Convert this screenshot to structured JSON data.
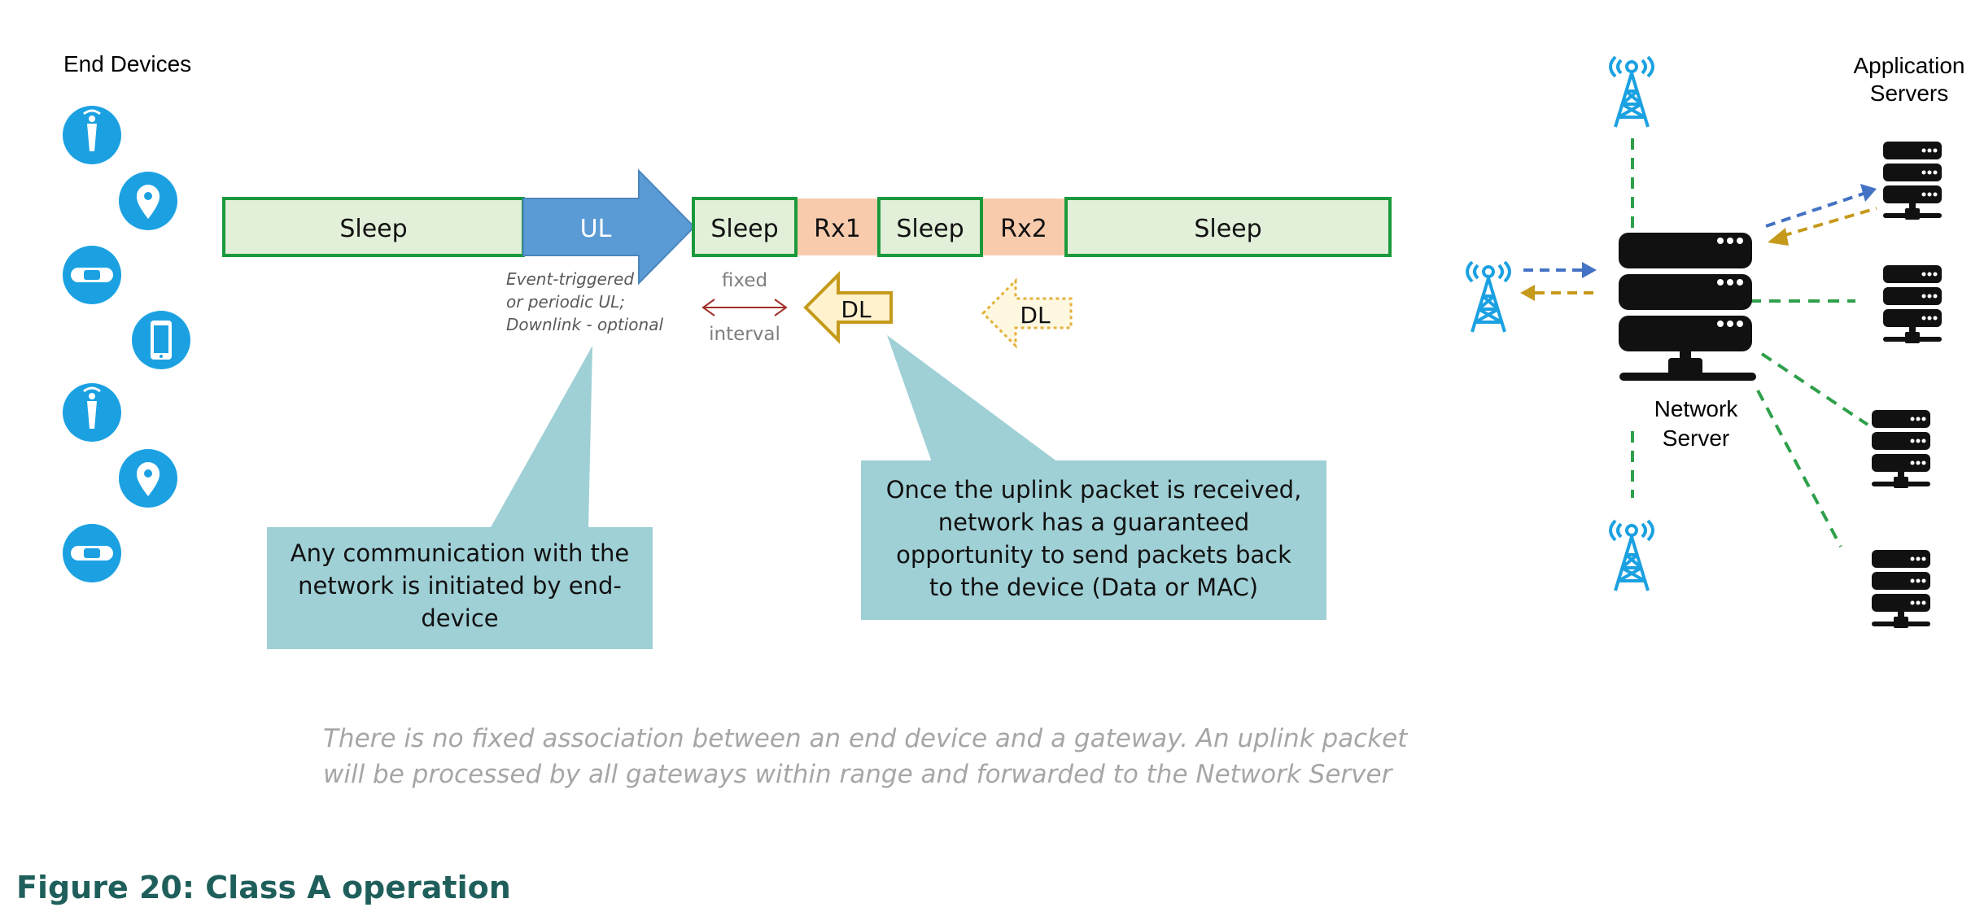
{
  "end_devices": {
    "title": "End Devices",
    "icons": [
      "antenna-tag-icon",
      "location-pin-icon",
      "wristband-icon",
      "smartphone-icon",
      "antenna-tag-icon",
      "location-pin-icon",
      "wristband-icon"
    ]
  },
  "timeline": {
    "segments": [
      "Sleep",
      "UL",
      "Sleep",
      "Rx1",
      "Sleep",
      "Rx2",
      "Sleep"
    ],
    "ul_note": [
      "Event-triggered",
      "or periodic UL;",
      "Downlink - optional"
    ],
    "fixed_label": "fixed",
    "interval_label": "interval",
    "dl_label": "DL",
    "dl_optional_label": "DL"
  },
  "callouts": {
    "left": [
      "Any communication with the",
      "network is initiated by end-",
      "device"
    ],
    "right": [
      "Once the uplink packet is received,",
      "network has a guaranteed",
      "opportunity to send packets back",
      "to the device (Data or MAC)"
    ]
  },
  "network": {
    "server_label": [
      "Network",
      "Server"
    ],
    "app_servers_label": [
      "Application",
      "Servers"
    ]
  },
  "note": [
    "There is no fixed association between an end device and a gateway.  An uplink packet",
    "will be processed by all gateways within range and forwarded to the Network Server"
  ],
  "caption": "Figure 20: Class A operation",
  "colors": {
    "sleep_fill": "#e2efd9",
    "sleep_stroke": "#1a9a3c",
    "rx_fill": "#f8cbad",
    "ul_fill": "#5b9bd5",
    "callout_fill": "#9fd0d6",
    "icon_blue": "#1ba1e2",
    "dashed_green": "#2ea04a",
    "dashed_blue": "#4472c4",
    "dashed_gold": "#c59a1c",
    "caption_color": "#1f5f5b"
  }
}
